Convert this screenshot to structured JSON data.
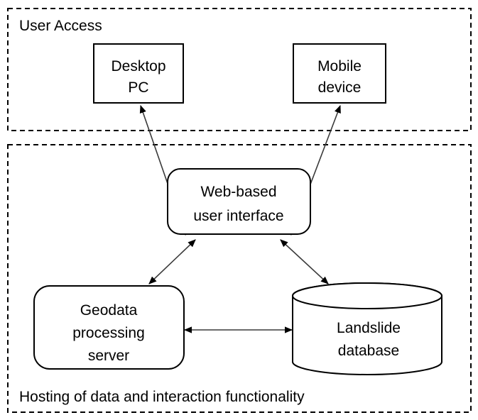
{
  "diagram": {
    "title": "System architecture diagram",
    "background_color": "#ffffff",
    "stroke_color": "#000000",
    "connector_color": "#3a3a3a",
    "zones": [
      {
        "id": "user-access",
        "label": "User Access",
        "border_style": "dashed"
      },
      {
        "id": "hosting",
        "label": "Hosting of data and interaction  functionality",
        "border_style": "dashed"
      }
    ],
    "nodes": [
      {
        "id": "desktop-pc",
        "shape": "rectangle",
        "line1": "Desktop",
        "line2": "PC"
      },
      {
        "id": "mobile-device",
        "shape": "rectangle",
        "line1": "Mobile",
        "line2": "device"
      },
      {
        "id": "web-ui",
        "shape": "rounded-rectangle",
        "line1": "Web-based",
        "line2": "user interface"
      },
      {
        "id": "geodata-server",
        "shape": "rounded-rectangle",
        "line1": "Geodata",
        "line2": "processing",
        "line3": "server"
      },
      {
        "id": "landslide-database",
        "shape": "cylinder",
        "line1": "Landslide",
        "line2": "database"
      }
    ],
    "connectors": [
      {
        "id": "desktop-to-webui",
        "from": "desktop-pc",
        "to": "web-ui",
        "arrow": "both"
      },
      {
        "id": "mobile-to-webui",
        "from": "mobile-device",
        "to": "web-ui",
        "arrow": "both"
      },
      {
        "id": "webui-to-geodata",
        "from": "web-ui",
        "to": "geodata-server",
        "arrow": "both"
      },
      {
        "id": "webui-to-database",
        "from": "web-ui",
        "to": "landslide-database",
        "arrow": "both"
      },
      {
        "id": "geodata-to-database",
        "from": "geodata-server",
        "to": "landslide-database",
        "arrow": "both"
      }
    ]
  }
}
